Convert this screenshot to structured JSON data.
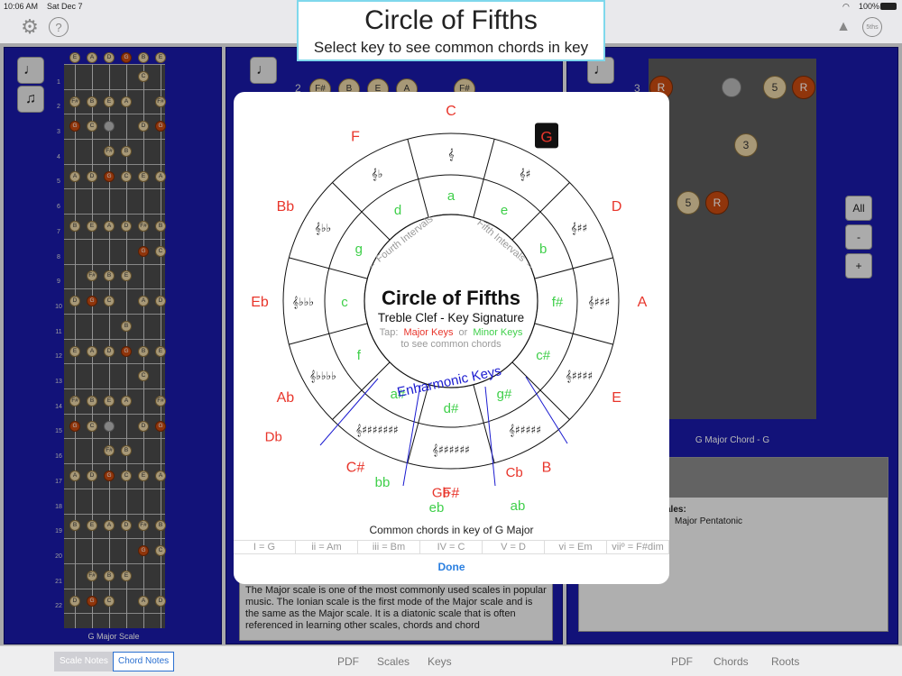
{
  "status": {
    "time": "10:06 AM",
    "date": "Sat Dec 7",
    "battery": "100%"
  },
  "toolbar": {
    "fifths_label": "5ths"
  },
  "header": {
    "title": "Circle of Fifths",
    "subtitle": "Select key to see common chords in key"
  },
  "left_panel": {
    "top_notes": [
      "E",
      "A",
      "D",
      "G",
      "B",
      "E"
    ],
    "frets": [
      "1",
      "2",
      "3",
      "4",
      "5",
      "6",
      "7",
      "8",
      "9",
      "10",
      "11",
      "12",
      "13",
      "14",
      "15",
      "16",
      "17",
      "18",
      "19",
      "20",
      "21",
      "22"
    ],
    "caption": "G Major Scale"
  },
  "mid_panel": {
    "fret_label": "2",
    "top_notes": [
      "F#",
      "B",
      "E",
      "A",
      "F#"
    ],
    "description": "The Major scale is one of the most commonly used scales in popular music. The Ionian scale is the first mode of the Major scale and is the same as the Major scale. It is a diatonic scale that is often referenced in learning other scales, chords and chord"
  },
  "right_panel": {
    "fret_label": "3",
    "caption": "G Major Chord - G",
    "scales_heading": "ales:",
    "scales_item": "Major Pentatonic",
    "buttons": {
      "all": "All",
      "minus": "-",
      "plus": "+"
    }
  },
  "bottom": {
    "scale_notes": "Scale Notes",
    "chord_notes": "Chord Notes",
    "pdf1": "PDF",
    "scales": "Scales",
    "keys": "Keys",
    "pdf2": "PDF",
    "chords": "Chords",
    "roots": "Roots"
  },
  "modal": {
    "center_title": "Circle of Fifths",
    "center_subtitle": "Treble Clef - Key Signature",
    "tap": "Tap:",
    "major_keys": "Major Keys",
    "or": "or",
    "minor_keys": "Minor Keys",
    "tap2": "to see common chords",
    "fourth_intervals": "← Fourth Intervals",
    "fifth_intervals": "Fifth Intervals →",
    "enharmonic": "Enharmonic Keys",
    "major": [
      "C",
      "G",
      "D",
      "A",
      "E",
      "B",
      "F#",
      "C#",
      "Ab",
      "Eb",
      "Bb",
      "F"
    ],
    "minor": [
      "a",
      "e",
      "b",
      "f#",
      "c#",
      "g#",
      "d#",
      "a#",
      "f",
      "c",
      "g",
      "d"
    ],
    "enh_major": [
      "Cb",
      "Gb",
      "Db"
    ],
    "enh_minor": [
      "ab",
      "eb",
      "bb"
    ],
    "selected_key": "G",
    "chord_caption": "Common chords in key of G Major",
    "chords": [
      "I = G",
      "ii = Am",
      "iii = Bm",
      "IV = C",
      "V = D",
      "vi = Em",
      "viiº = F#dim"
    ],
    "done": "Done",
    "colors": {
      "major": "#e8352b",
      "minor": "#3fcf4a",
      "accent": "#1a1ad0",
      "panel": "#1a1aa8"
    }
  }
}
